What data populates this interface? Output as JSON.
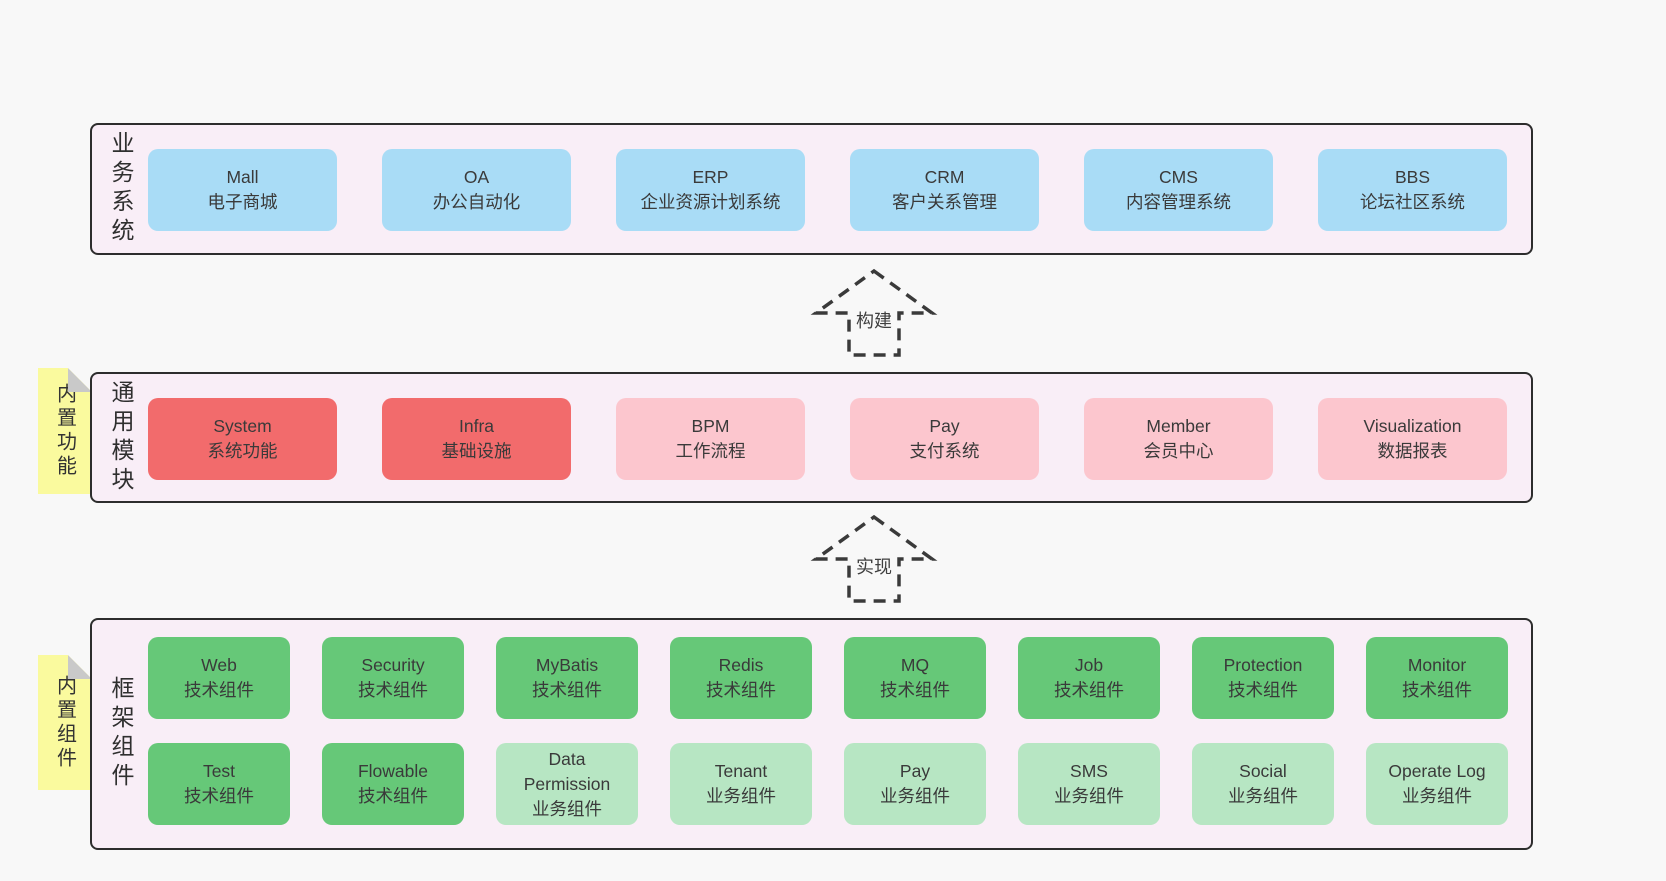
{
  "colors": {
    "page_bg": "#f8f8f8",
    "band_bg": "#f9eef7",
    "band_border": "#2d2d2d",
    "box_blue": "#a9dcf6",
    "box_red": "#f26b6c",
    "box_pink": "#fcc6ce",
    "box_green_dark": "#66c878",
    "box_green_light": "#b7e6c3",
    "tab_yellow": "#fafa9e",
    "tab_fold_gray": "#c9c9c9",
    "text": "#3a3a3a"
  },
  "bands": {
    "business": {
      "label": "业务系统",
      "boxes": [
        {
          "en": "Mall",
          "zh": "电子商城",
          "variant": "blue"
        },
        {
          "en": "OA",
          "zh": "办公自动化",
          "variant": "blue"
        },
        {
          "en": "ERP",
          "zh": "企业资源计划系统",
          "variant": "blue"
        },
        {
          "en": "CRM",
          "zh": "客户关系管理",
          "variant": "blue"
        },
        {
          "en": "CMS",
          "zh": "内容管理系统",
          "variant": "blue"
        },
        {
          "en": "BBS",
          "zh": "论坛社区系统",
          "variant": "blue"
        }
      ]
    },
    "modules": {
      "label": "通用模块",
      "tab": "内置功能",
      "boxes": [
        {
          "en": "System",
          "zh": "系统功能",
          "variant": "red"
        },
        {
          "en": "Infra",
          "zh": "基础设施",
          "variant": "red"
        },
        {
          "en": "BPM",
          "zh": "工作流程",
          "variant": "pink"
        },
        {
          "en": "Pay",
          "zh": "支付系统",
          "variant": "pink"
        },
        {
          "en": "Member",
          "zh": "会员中心",
          "variant": "pink"
        },
        {
          "en": "Visualization",
          "zh": "数据报表",
          "variant": "pink"
        }
      ]
    },
    "components": {
      "label": "框架组件",
      "tab": "内置组件",
      "rows": [
        [
          {
            "en": "Web",
            "zh": "技术组件",
            "variant": "green-dark"
          },
          {
            "en": "Security",
            "zh": "技术组件",
            "variant": "green-dark"
          },
          {
            "en": "MyBatis",
            "zh": "技术组件",
            "variant": "green-dark"
          },
          {
            "en": "Redis",
            "zh": "技术组件",
            "variant": "green-dark"
          },
          {
            "en": "MQ",
            "zh": "技术组件",
            "variant": "green-dark"
          },
          {
            "en": "Job",
            "zh": "技术组件",
            "variant": "green-dark"
          },
          {
            "en": "Protection",
            "zh": "技术组件",
            "variant": "green-dark"
          },
          {
            "en": "Monitor",
            "zh": "技术组件",
            "variant": "green-dark"
          }
        ],
        [
          {
            "en": "Test",
            "zh": "技术组件",
            "variant": "green-dark"
          },
          {
            "en": "Flowable",
            "zh": "技术组件",
            "variant": "green-dark"
          },
          {
            "en": "Data Permission",
            "zh": "业务组件",
            "variant": "green-light"
          },
          {
            "en": "Tenant",
            "zh": "业务组件",
            "variant": "green-light"
          },
          {
            "en": "Pay",
            "zh": "业务组件",
            "variant": "green-light"
          },
          {
            "en": "SMS",
            "zh": "业务组件",
            "variant": "green-light"
          },
          {
            "en": "Social",
            "zh": "业务组件",
            "variant": "green-light"
          },
          {
            "en": "Operate Log",
            "zh": "业务组件",
            "variant": "green-light"
          }
        ]
      ]
    }
  },
  "arrows": [
    {
      "label": "构建"
    },
    {
      "label": "实现"
    }
  ]
}
